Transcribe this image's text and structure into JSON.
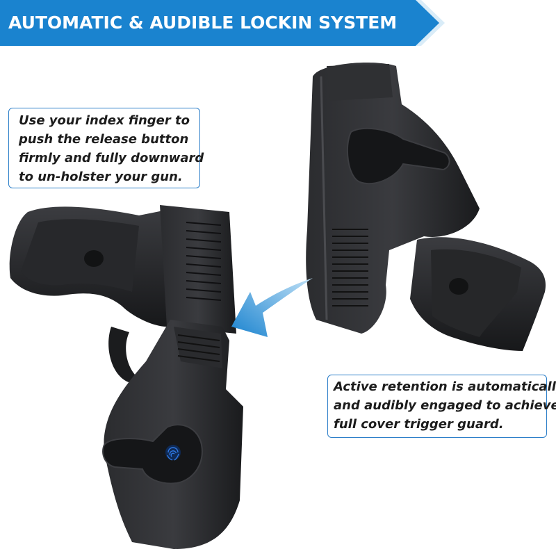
{
  "banner": {
    "title": "AUTOMATIC & AUDIBLE LOCKIN SYSTEM",
    "color": "#1a83cf"
  },
  "callouts": {
    "release": {
      "lines": [
        "Use your index finger to",
        "push the release button",
        "firmly and fully downward",
        "to un-holster your gun."
      ]
    },
    "retention": {
      "lines": [
        "Active retention is automatically",
        "and audibly engaged to achieve",
        "full cover trigger guard."
      ]
    }
  },
  "colors": {
    "accent_blue": "#1a83cf",
    "border_blue": "#2d7fc9",
    "holster_black": "#1e1f21"
  },
  "icons": {
    "fingerprint": "fingerprint-release-button-icon",
    "arrow": "curved-arrow-icon"
  }
}
